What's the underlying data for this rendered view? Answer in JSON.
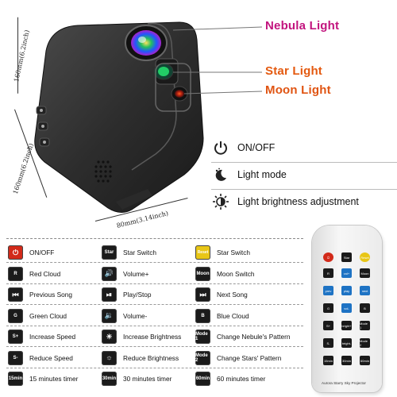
{
  "product": {
    "dim_height_1": "160mm(6.2inch)",
    "dim_height_2": "160mm(6.2inch)",
    "dim_depth": "80mm(3.14inch)"
  },
  "callouts": {
    "nebula": "Nebula Light",
    "star": "Star Light",
    "moon": "Moon Light"
  },
  "features": [
    {
      "icon": "power-icon",
      "label": "ON/OFF"
    },
    {
      "icon": "moon-stars-icon",
      "label": "Light mode"
    },
    {
      "icon": "brightness-icon",
      "label": "Light brightness adjustment"
    }
  ],
  "functions": {
    "rows": [
      [
        {
          "key": "power-icon",
          "label": "ON/OFF",
          "style": "red"
        },
        {
          "key": "Star",
          "label": "Star Switch"
        },
        {
          "key": "Reset",
          "label": "Star Switch",
          "style": "yel"
        }
      ],
      [
        {
          "key": "R",
          "label": "Red Cloud"
        },
        {
          "key": "volume-up-icon",
          "label": "Volume+"
        },
        {
          "key": "Moon",
          "label": "Moon Switch"
        }
      ],
      [
        {
          "key": "previous-icon",
          "label": "Previous Song"
        },
        {
          "key": "play-pause-icon",
          "label": "Play/Stop"
        },
        {
          "key": "next-icon",
          "label": "Next Song"
        }
      ],
      [
        {
          "key": "G",
          "label": "Green Cloud"
        },
        {
          "key": "volume-down-icon",
          "label": "Volume-"
        },
        {
          "key": "B",
          "label": "Blue Cloud"
        }
      ],
      [
        {
          "key": "S+",
          "label": "Increase Speed"
        },
        {
          "key": "brightness-up-icon",
          "label": "Increase Brightness"
        },
        {
          "key": "Mode 1",
          "label": "Change Nebule's Pattern"
        }
      ],
      [
        {
          "key": "S-",
          "label": "Reduce Speed"
        },
        {
          "key": "brightness-down-icon",
          "label": "Reduce Brightness"
        },
        {
          "key": "Mode 2",
          "label": "Change Stars' Pattern"
        }
      ],
      [
        {
          "key": "15min",
          "label": "15 minutes timer"
        },
        {
          "key": "30min",
          "label": "30 minutes timer"
        },
        {
          "key": "60min",
          "label": "60 minutes timer"
        }
      ]
    ]
  },
  "remote": {
    "caption": "Aurora Starry Sky Projector",
    "top_keys": [
      "power-icon",
      "Star",
      "Reset"
    ],
    "grid": [
      [
        "R",
        "vol+",
        "Moon"
      ],
      [
        "prev",
        "play",
        "next"
      ],
      [
        "G",
        "vol-",
        "B"
      ],
      [
        "S+",
        "bright+",
        "Mode 1"
      ],
      [
        "S-",
        "bright-",
        "Mode 2"
      ],
      [
        "15min",
        "30min",
        "60min"
      ]
    ]
  }
}
